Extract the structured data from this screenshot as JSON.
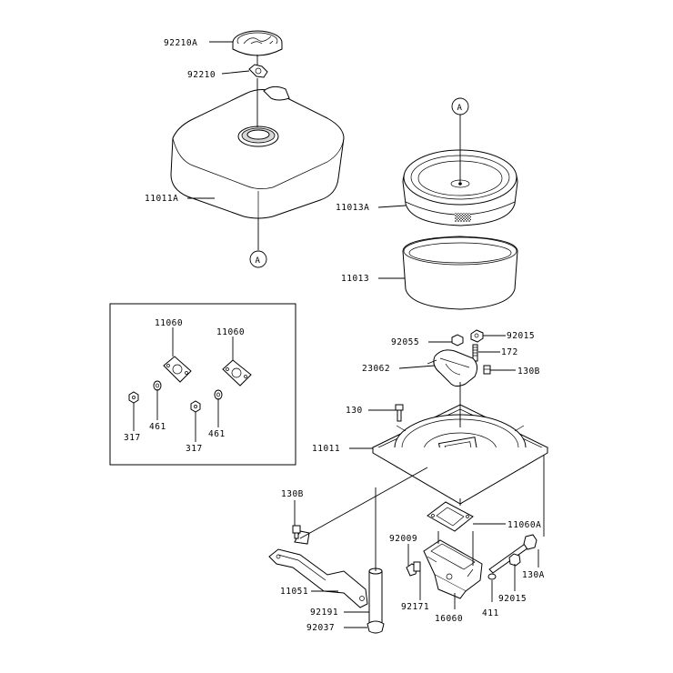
{
  "diagram": {
    "part_labels": {
      "p92210A": "92210A",
      "p92210": "92210",
      "p11011A": "11011A",
      "pA1": "A",
      "pA2": "A",
      "p11013A": "11013A",
      "p11013": "11013",
      "p11060_l": "11060",
      "p11060_r": "11060",
      "p461_l": "461",
      "p461_r": "461",
      "p317_l": "317",
      "p317_r": "317",
      "p92055": "92055",
      "p92015_top": "92015",
      "p172": "172",
      "p23062": "23062",
      "p130B_top": "130B",
      "p130": "130",
      "p11011": "11011",
      "p130B_left": "130B",
      "p11060A": "11060A",
      "p92009": "92009",
      "p130A": "130A",
      "p11051": "11051",
      "p92171": "92171",
      "p92015_bot": "92015",
      "p92191": "92191",
      "p16060": "16060",
      "p411": "411",
      "p92037": "92037"
    }
  }
}
